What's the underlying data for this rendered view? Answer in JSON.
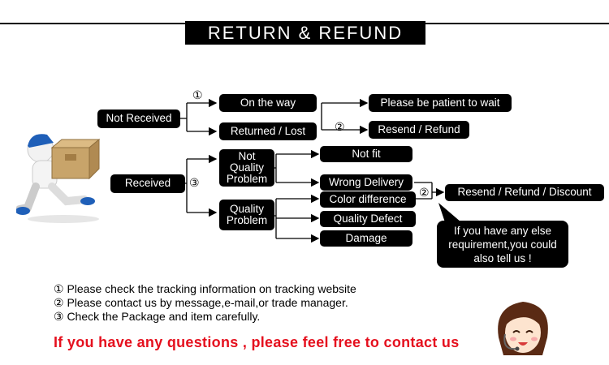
{
  "title": "RETURN & REFUND",
  "nodes": {
    "not_received": "Not Received",
    "on_the_way": "On the way",
    "returned_lost": "Returned / Lost",
    "patient": "Please be patient to wait",
    "resend_refund": "Resend / Refund",
    "received": "Received",
    "not_quality_problem": "Not Quality Problem",
    "quality_problem": "Quality Problem",
    "not_fit": "Not fit",
    "wrong_delivery": "Wrong Delivery",
    "color_difference": "Color difference",
    "quality_defect": "Quality Defect",
    "damage": "Damage",
    "resend_refund_discount": "Resend / Refund / Discount",
    "bubble": "If you have any else requirement,you could also tell us !"
  },
  "markers": {
    "m1": "①",
    "m2a": "②",
    "m3": "③",
    "m2b": "②"
  },
  "notes": [
    "① Please check the tracking information on tracking website",
    "② Please contact us by message,e-mail,or trade manager.",
    "③ Check the Package and item carefully."
  ],
  "cta": "If you have any questions , please feel free to contact us",
  "colors": {
    "cta": "#e5101e",
    "node_bg": "#000000",
    "node_text": "#ffffff"
  },
  "icons": [
    "delivery-man-icon",
    "support-agent-icon"
  ]
}
